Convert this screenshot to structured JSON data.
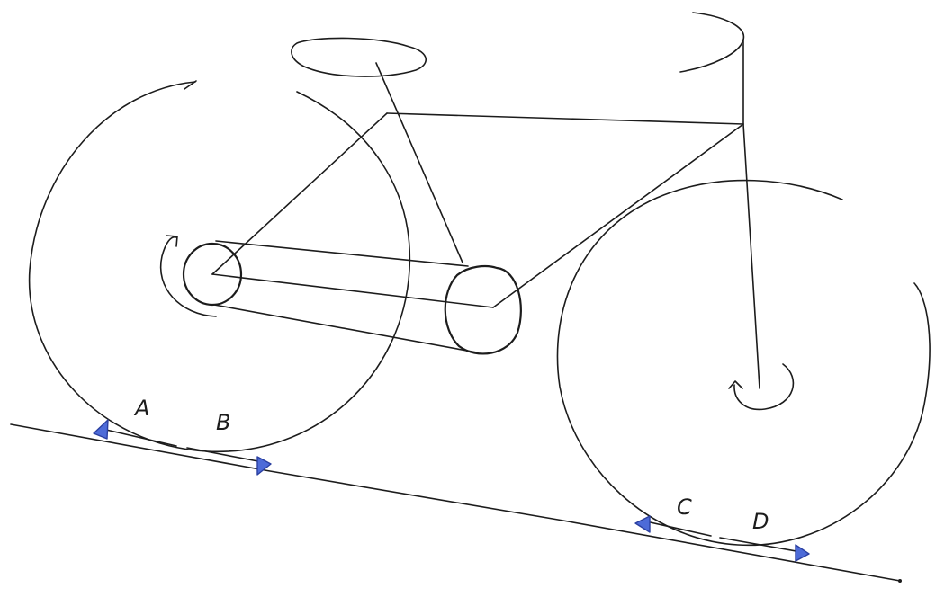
{
  "labels": {
    "a": "A",
    "b": "B",
    "c": "C",
    "d": "D"
  },
  "colors": {
    "ink": "#1c1c1c",
    "marker_fill": "#4d6bd8",
    "marker_stroke": "#2a3fa0",
    "background": "#ffffff"
  },
  "icons": {
    "rear_rotation": "clockwise-arrow-icon",
    "front_rotation": "clockwise-arrow-icon",
    "contact_marker": "triangle-marker-icon"
  }
}
